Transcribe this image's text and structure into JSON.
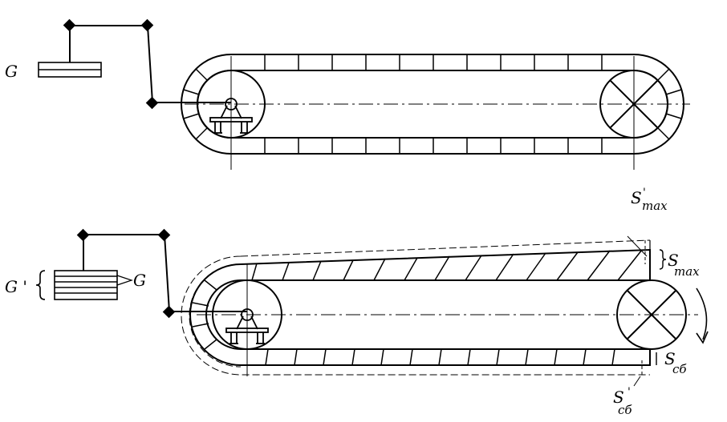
{
  "top_diagram": {
    "weight_label": "G"
  },
  "bottom_diagram": {
    "weight_total_label": "G '",
    "weight_unit_label": "G",
    "s_max_prime": {
      "base": "S",
      "sup": "'",
      "sub": "max"
    },
    "s_max": {
      "base": "S",
      "sub": "max"
    },
    "s_sb": {
      "base": "S",
      "sub": "сб"
    },
    "s_sb_prime": {
      "base": "S",
      "sup": "'",
      "sub": "сб"
    }
  },
  "colors": {
    "line": "#000000",
    "background": "#ffffff"
  }
}
